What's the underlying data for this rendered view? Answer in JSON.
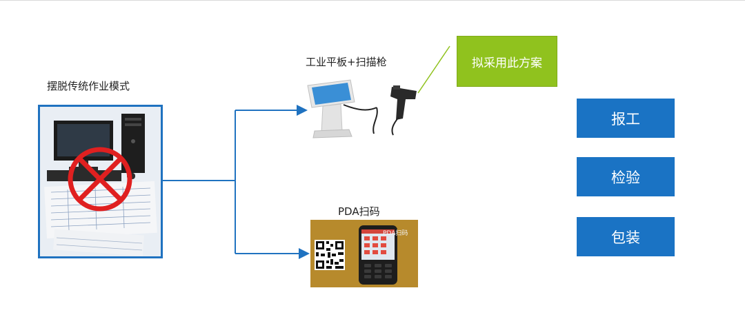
{
  "legacy": {
    "caption": "摆脱传统作业模式"
  },
  "options": {
    "tablet_caption": "工业平板+扫描枪",
    "pda_caption": "PDA扫码",
    "pda_device_label": "PDA扫码"
  },
  "recommendation": {
    "text": "拟采用此方案"
  },
  "steps": [
    {
      "label": "报工"
    },
    {
      "label": "检验"
    },
    {
      "label": "包装"
    }
  ],
  "colors": {
    "frame_blue": "#1f72c0",
    "step_blue": "#1a73c4",
    "recommend_green": "#90c21e",
    "forbidden_red": "#e02020",
    "pda_background": "#b78a2c"
  },
  "icons": {
    "computer": "desktop-computer-icon",
    "forbidden": "prohibited-icon",
    "tablet": "kiosk-tablet-icon",
    "scanner": "barcode-scanner-icon",
    "qr": "qr-code-icon",
    "pda": "handheld-pda-icon"
  }
}
